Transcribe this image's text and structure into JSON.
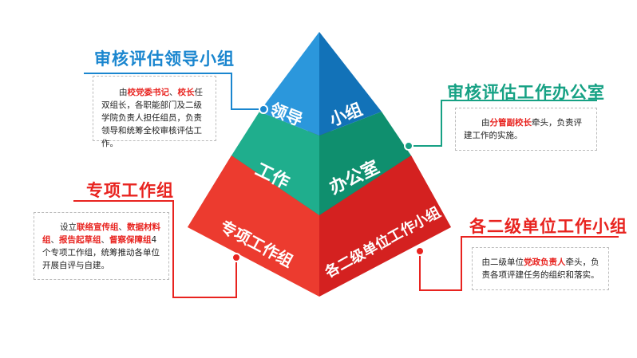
{
  "colors": {
    "blue": "#1a86cf",
    "green": "#16a184",
    "red": "#e8231f"
  },
  "pyramid": {
    "top": {
      "left": "领导",
      "right": "小组"
    },
    "middle": {
      "left": "工作",
      "right": "办公室"
    },
    "bottom": {
      "left": "专项工作组",
      "right": "各二级单位工作小组"
    }
  },
  "callouts": {
    "leadership": {
      "title": "审核评估领导小组",
      "t1": "由",
      "h1": "校党委书记",
      "t2": "、",
      "h2": "校长",
      "t3": "任双组长，各职能部门及二级学院负责人担任组员，负责领导和统筹全校审核评估工作。"
    },
    "office": {
      "title": "审核评估工作办公室",
      "t1": "由",
      "h1": "分管副校长",
      "t2": "牵头，负责评建工作的实施。"
    },
    "special": {
      "title": "专项工作组",
      "t1": "设立",
      "h1": "联络宣传组",
      "t2": "、",
      "h2": "数据材料组",
      "t3": "、",
      "h3": "报告起草组",
      "t4": "、",
      "h4": "督察保障组",
      "t5": "4个专项工作组，统筹推动各单位开展自评与自建。"
    },
    "units": {
      "title": "各二级单位工作小组",
      "t1": "由二级单位",
      "h1": "党政负责人",
      "t2": "牵头，负责各项评建任务的组织和落实。"
    }
  }
}
